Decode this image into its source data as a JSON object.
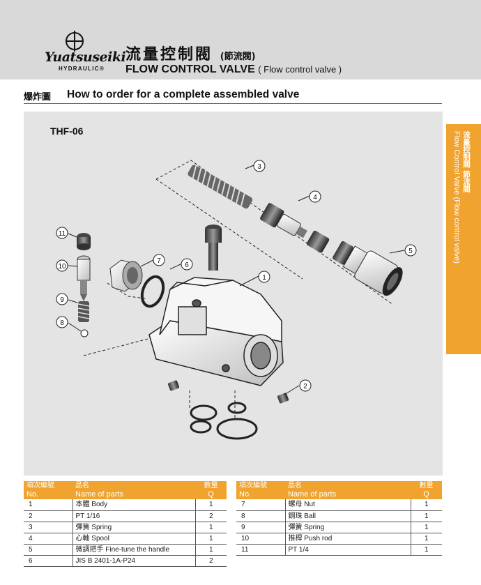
{
  "header": {
    "brand": "Yuatsuseiki",
    "brand_sub": "HYDRAULIC",
    "brand_mark": "®",
    "title_cn": "流量控制閥",
    "title_cn_sub": "(節流閥)",
    "title_en": "FLOW CONTROL VALVE",
    "title_en_sub": "( Flow control valve )"
  },
  "section": {
    "title_cn": "爆炸圖",
    "title_en": "How to order for a complete assembled valve"
  },
  "diagram": {
    "model": "THF-06",
    "callouts": [
      "1",
      "2",
      "3",
      "4",
      "5",
      "6",
      "7",
      "8",
      "9",
      "10",
      "11"
    ]
  },
  "sidetab": {
    "cn": "流量控制閥 節流閥",
    "en": "Flow Control Valve (Flow control valve)"
  },
  "table_headers": {
    "no_cn": "項次編號",
    "no_en": "No.",
    "name_cn": "品名",
    "name_en": "Name of parts",
    "qty_cn": "數量",
    "qty_en": "Q"
  },
  "parts_left": [
    {
      "no": "1",
      "name": "本體 Body",
      "q": "1"
    },
    {
      "no": "2",
      "name": "PT 1/16",
      "q": "2"
    },
    {
      "no": "3",
      "name": "彈簧 Spring",
      "q": "1"
    },
    {
      "no": "4",
      "name": "心軸 Spool",
      "q": "1"
    },
    {
      "no": "5",
      "name": "微調把手 Fine-tune the handle",
      "q": "1"
    },
    {
      "no": "6",
      "name": "JIS B 2401-1A-P24",
      "q": "2"
    }
  ],
  "parts_right": [
    {
      "no": "7",
      "name": "螺母 Nut",
      "q": "1"
    },
    {
      "no": "8",
      "name": "鋼珠 Ball",
      "q": "1"
    },
    {
      "no": "9",
      "name": "彈簧 Spring",
      "q": "1"
    },
    {
      "no": "10",
      "name": "推桿 Push rod",
      "q": "1"
    },
    {
      "no": "11",
      "name": "PT 1/4",
      "q": "1"
    }
  ],
  "colors": {
    "accent": "#f0a32e",
    "header_bg": "#d9d9d9",
    "panel_bg": "#e4e4e4"
  }
}
